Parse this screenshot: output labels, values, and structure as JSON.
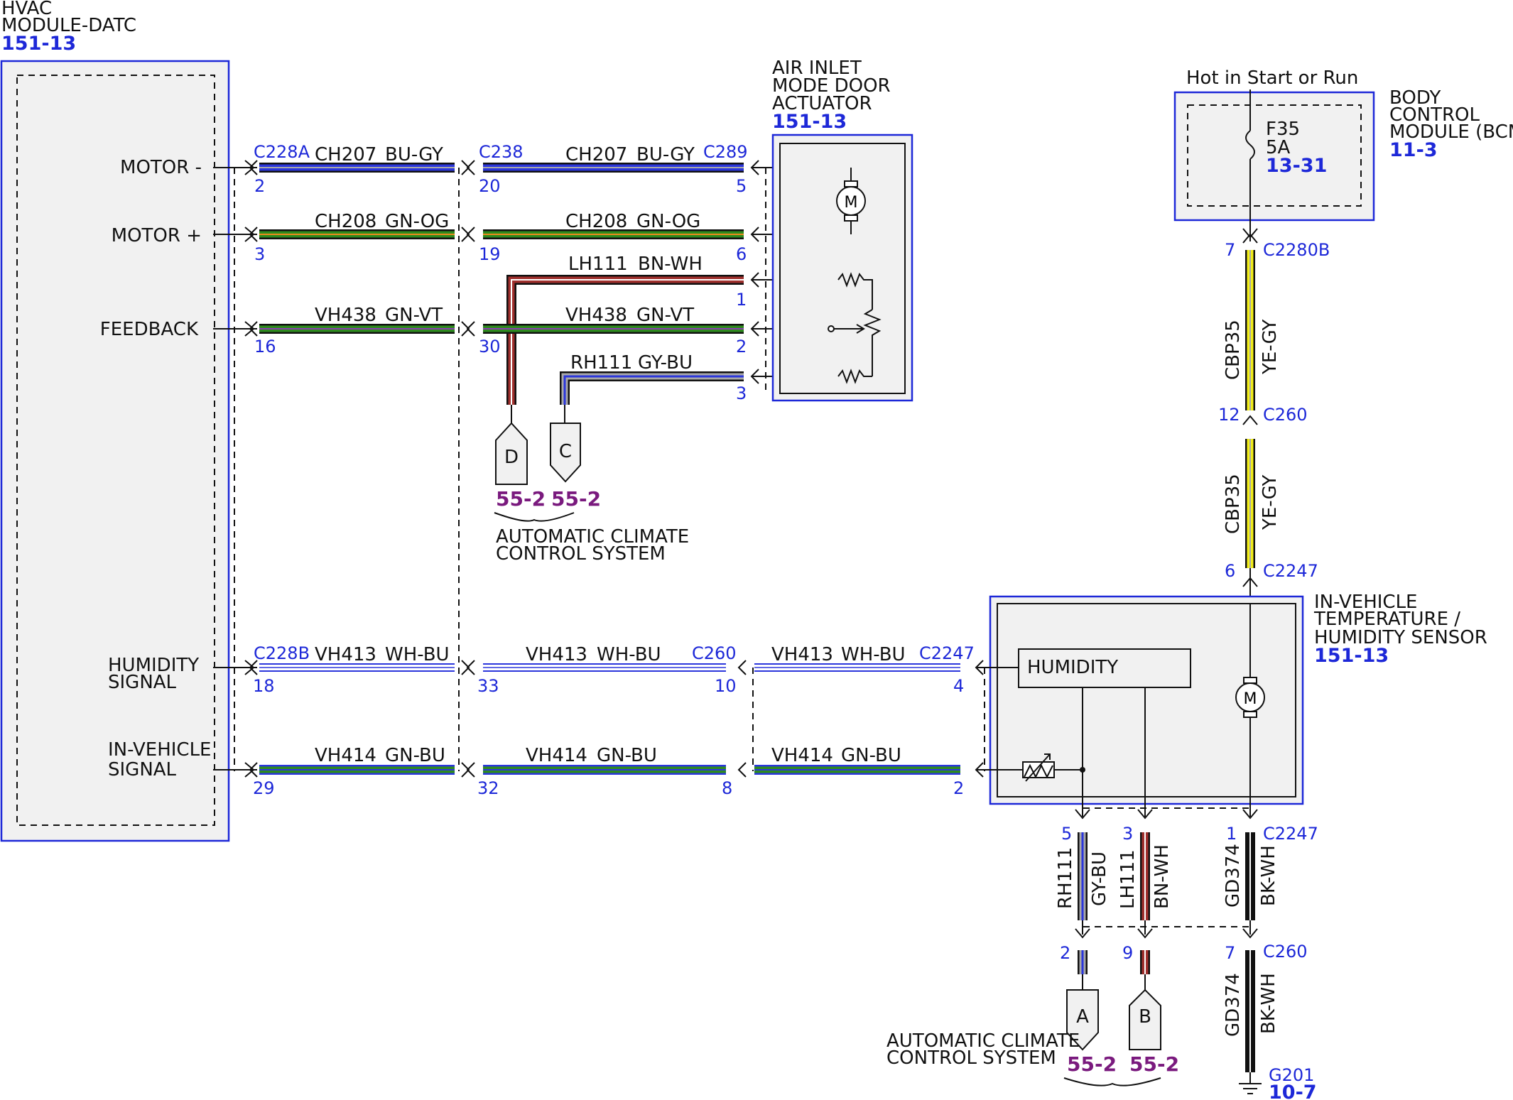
{
  "hvac_module": {
    "title_line1": "HVAC",
    "title_line2": "MODULE-DATC",
    "ref": "151-13"
  },
  "hvac_pins": {
    "motor_minus": "MOTOR -",
    "motor_plus": "MOTOR +",
    "feedback": "FEEDBACK",
    "humidity_line1": "HUMIDITY",
    "humidity_line2": "SIGNAL",
    "invehicle_line1": "IN-VEHICLE",
    "invehicle_line2": "SIGNAL"
  },
  "actuator": {
    "line1": "AIR INLET",
    "line2": "MODE DOOR",
    "line3": "ACTUATOR",
    "ref": "151-13"
  },
  "bcm": {
    "supply": "Hot in Start or Run",
    "line1": "BODY",
    "line2": "CONTROL",
    "line3": "MODULE (BCM)",
    "ref": "11-3",
    "fuse": "F35",
    "fuse_rating": "5A",
    "fuse_ref": "13-31"
  },
  "sensor": {
    "line1": "IN-VEHICLE",
    "line2": "TEMPERATURE /",
    "line3": "HUMIDITY SENSOR",
    "ref": "151-13",
    "humidity_box": "HUMIDITY"
  },
  "connectors": {
    "c228a": "C228A",
    "c238": "C238",
    "c289": "C289",
    "c228b": "C228B",
    "c260": "C260",
    "c2247": "C2247",
    "c2280b": "C2280B"
  },
  "circuits": [
    {
      "id": "ch207",
      "code": "CH207",
      "color": "BU-GY"
    },
    {
      "id": "ch208",
      "code": "CH208",
      "color": "GN-OG"
    },
    {
      "id": "lh111",
      "code": "LH111",
      "color": "BN-WH"
    },
    {
      "id": "vh438",
      "code": "VH438",
      "color": "GN-VT"
    },
    {
      "id": "rh111",
      "code": "RH111",
      "color": "GY-BU"
    },
    {
      "id": "vh413",
      "code": "VH413",
      "color": "WH-BU"
    },
    {
      "id": "vh414",
      "code": "VH414",
      "color": "GN-BU"
    },
    {
      "id": "cbp35",
      "code": "CBP35",
      "color": "YE-GY"
    },
    {
      "id": "gd374",
      "code": "GD374",
      "color": "BK-WH"
    }
  ],
  "pins": {
    "p2": "2",
    "p3": "3",
    "p16": "16",
    "p18": "18",
    "p29": "29",
    "p20": "20",
    "p19": "19",
    "p30": "30",
    "p33": "33",
    "p32": "32",
    "p5": "5",
    "p6": "6",
    "p1": "1",
    "p10": "10",
    "p8": "8",
    "p4": "4",
    "p7": "7",
    "p12": "12",
    "p9": "9"
  },
  "offpage": {
    "d": "D",
    "c": "C",
    "a": "A",
    "b": "B",
    "ref": "55-2",
    "system_line1": "AUTOMATIC CLIMATE",
    "system_line2": "CONTROL SYSTEM"
  },
  "ground": {
    "name": "G201",
    "ref": "10-7"
  },
  "wire_colors": {
    "BU": "#2b36dc",
    "GN": "#2e8b1e",
    "BN": "#a0302d",
    "WH": "#ffffff",
    "GY": "#a9a9a9",
    "OG": "#f08a1c",
    "VT": "#8b3fb0",
    "YE": "#f3ef1a",
    "BK": "#111111"
  }
}
